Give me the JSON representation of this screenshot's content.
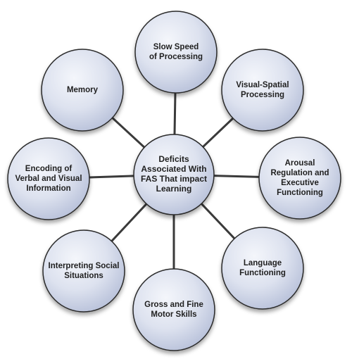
{
  "diagram": {
    "center": {
      "lines": [
        "Deficits",
        "Associated With",
        "FAS That impact",
        "Learning"
      ]
    },
    "nodes": [
      {
        "id": "slow-speed-of-processing",
        "lines": [
          "Slow Speed",
          "of Processing"
        ]
      },
      {
        "id": "visual-spatial-processing",
        "lines": [
          "Visual-Spatial",
          "Processing"
        ]
      },
      {
        "id": "arousal-regulation-and-executive-functioning",
        "lines": [
          "Arousal",
          "Regulation and",
          "Executive",
          "Functioning"
        ]
      },
      {
        "id": "language-functioning",
        "lines": [
          "Language",
          "Functioning"
        ]
      },
      {
        "id": "gross-and-fine-motor-skills",
        "lines": [
          "Gross and Fine",
          "Motor Skills"
        ]
      },
      {
        "id": "interpreting-social-situations",
        "lines": [
          "Interpreting Social",
          "Situations"
        ]
      },
      {
        "id": "encoding-of-verbal-and-visual-information",
        "lines": [
          "Encoding of",
          "Verbal and Visual",
          "Information"
        ]
      },
      {
        "id": "memory",
        "lines": [
          "Memory"
        ]
      }
    ],
    "colors": {
      "node_fill_light": "#f4f6fb",
      "node_fill_dark": "#b7c0d9",
      "node_stroke": "#2b2b2b",
      "connector": "#3a3a3a",
      "text": "#1f1f1f"
    }
  }
}
